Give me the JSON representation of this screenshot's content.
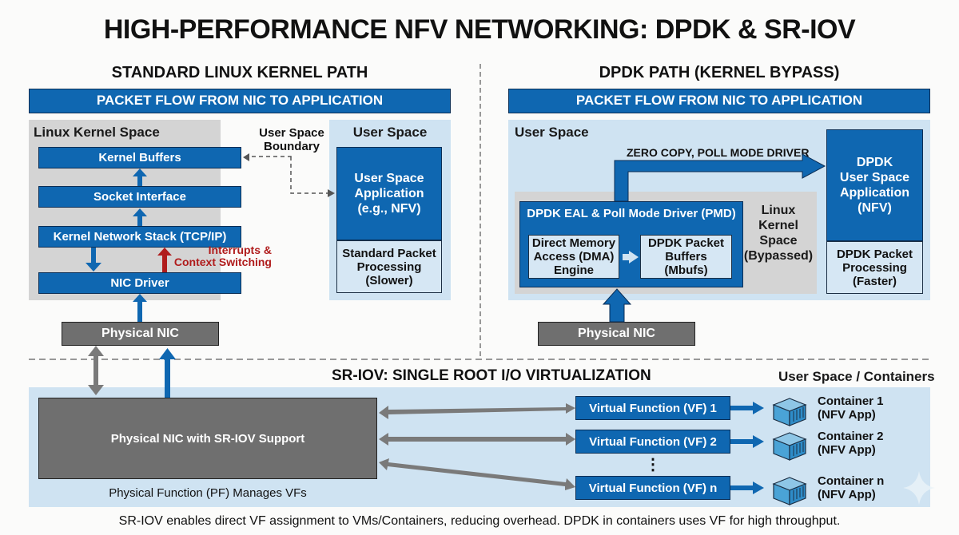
{
  "title": "HIGH-PERFORMANCE NFV NETWORKING: DPDK & SR-IOV",
  "left": {
    "heading": "STANDARD LINUX KERNEL PATH",
    "bar": "PACKET FLOW FROM NIC TO APPLICATION",
    "kernel_space_label": "Linux Kernel Space",
    "boundary_label_1": "User Space",
    "boundary_label_2": "Boundary",
    "stack": [
      "Kernel Buffers",
      "Socket Interface",
      "Kernel Network Stack (TCP/IP)",
      "NIC Driver"
    ],
    "interrupts_label_1": "Interrupts &",
    "interrupts_label_2": "Context Switching",
    "user_space_label": "User Space",
    "app_lines": [
      "User Space",
      "Application",
      "(e.g., NFV)"
    ],
    "processing_lines": [
      "Standard Packet",
      "Processing",
      "(Slower)"
    ],
    "physical_nic": "Physical NIC"
  },
  "right": {
    "heading": "DPDK PATH (KERNEL BYPASS)",
    "bar": "PACKET FLOW FROM NIC TO APPLICATION",
    "user_space_label": "User Space",
    "zero_copy_label": "ZERO COPY, POLL MODE DRIVER",
    "pmd_label": "DPDK EAL & Poll Mode Driver (PMD)",
    "dma_lines": [
      "Direct Memory",
      "Access (DMA)",
      "Engine"
    ],
    "mbuf_lines": [
      "DPDK Packet",
      "Buffers",
      "(Mbufs)"
    ],
    "bypassed_lines": [
      "Linux",
      "Kernel",
      "Space",
      "(Bypassed)"
    ],
    "app_lines": [
      "DPDK",
      "User Space",
      "Application",
      "(NFV)"
    ],
    "processing_lines": [
      "DPDK Packet",
      "Processing",
      "(Faster)"
    ],
    "physical_nic": "Physical NIC"
  },
  "sriov": {
    "heading": "SR-IOV: SINGLE ROOT I/O VIRTUALIZATION",
    "containers_heading": "User Space / Containers",
    "pf_box": "Physical NIC with SR-IOV Support",
    "pf_caption": "Physical Function (PF) Manages VFs",
    "vfs": [
      "Virtual Function (VF) 1",
      "Virtual Function (VF) 2",
      "Virtual Function (VF) n"
    ],
    "ellipsis": "⋮",
    "containers": [
      {
        "name": "Container 1",
        "sub": "(NFV App)"
      },
      {
        "name": "Container 2",
        "sub": "(NFV App)"
      },
      {
        "name": "Container n",
        "sub": "(NFV App)"
      }
    ]
  },
  "footer": "SR-IOV enables direct VF assignment to VMs/Containers, reducing overhead. DPDK in containers uses VF for high throughput.",
  "colors": {
    "primary_blue": "#0f67b1",
    "light_blue_bg": "#cfe3f2",
    "kernel_gray": "#d4d4d4",
    "nic_gray": "#6f6f6f",
    "alert_red": "#b01c1c"
  }
}
